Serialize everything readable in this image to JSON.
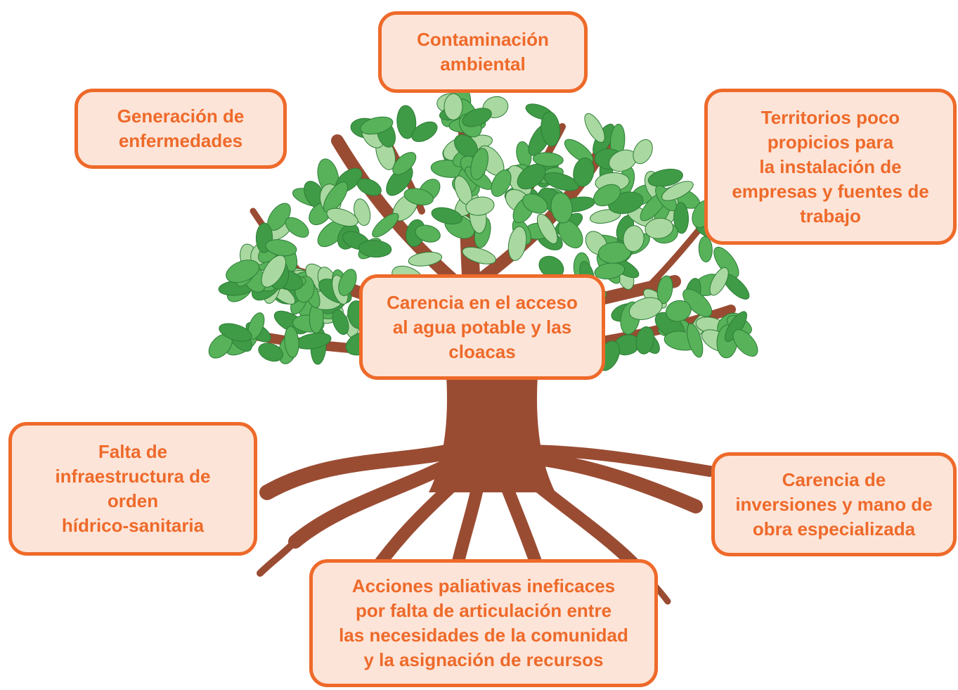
{
  "colors": {
    "box_fill": "#fde4d8",
    "box_border": "#ee6a2a",
    "text": "#ee6a2a",
    "trunk": "#9a4c33",
    "leaf_dark": "#3f9b46",
    "leaf_mid": "#57b25a",
    "leaf_light": "#a9d8a0"
  },
  "illustration": {
    "icon": "tree-icon"
  },
  "nodes": {
    "top": "Contaminación\nambiental",
    "upper_left": "Generación de\nenfermedades",
    "upper_right": "Territorios poco\npropicios para\nla instalación de\nempresas y fuentes de\ntrabajo",
    "center": "Carencia en el acceso\nal agua potable y las\ncloacas",
    "lower_left": "Falta de\ninfraestructura de\norden\nhídrico-sanitaria",
    "lower_right": "Carencia de\ninversiones y mano de\nobra especializada",
    "bottom": "Acciones paliativas ineficaces\npor falta de articulación entre\nlas necesidades de la comunidad\ny la asignación de recursos"
  }
}
